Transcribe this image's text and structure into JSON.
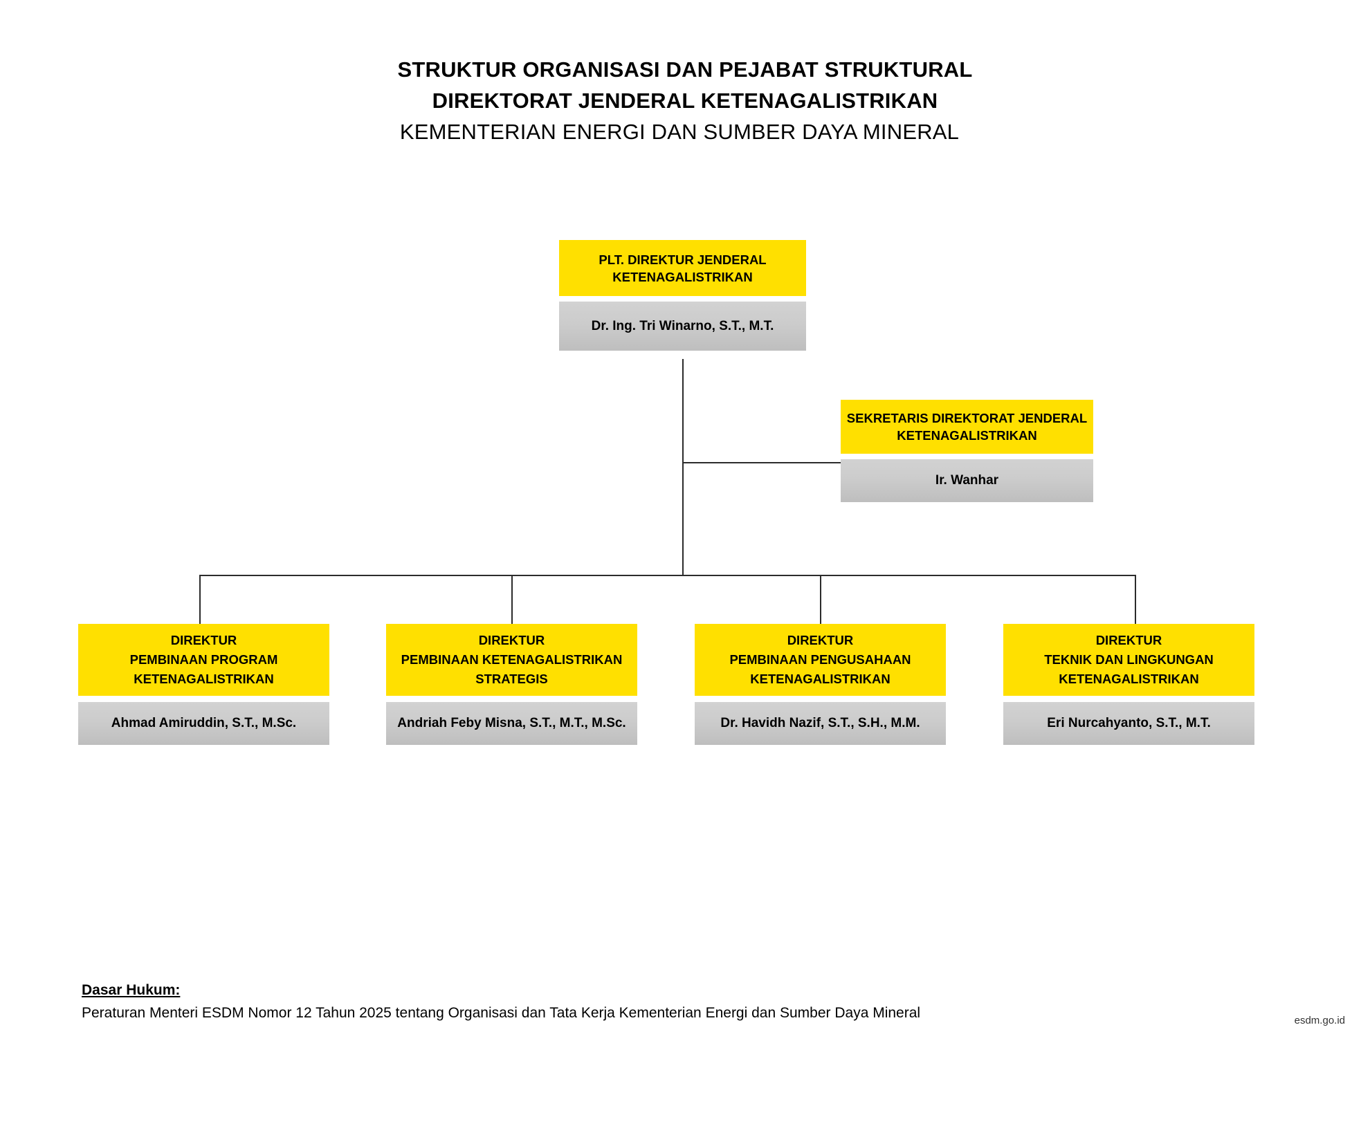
{
  "title": {
    "line1": "STRUKTUR ORGANISASI DAN PEJABAT STRUKTURAL",
    "line2": "DIREKTORAT JENDERAL KETENAGALISTRIKAN",
    "line3": "KEMENTERIAN ENERGI DAN SUMBER DAYA MINERAL"
  },
  "colors": {
    "position_box": "#FFE000",
    "name_box": "#CCCCCC",
    "line": "#2b2b2b",
    "text": "#000000"
  },
  "chart_data": {
    "type": "diagram",
    "subtype": "org-chart",
    "root": {
      "position_lines": [
        "PLT. DIREKTUR JENDERAL",
        "KETENAGALISTRIKAN"
      ],
      "name": "Dr. Ing. Tri Winarno, S.T., M.T."
    },
    "staff": {
      "position_lines": [
        "SEKRETARIS DIREKTORAT JENDERAL",
        "KETENAGALISTRIKAN"
      ],
      "name": "Ir. Wanhar"
    },
    "directors": [
      {
        "position_lines": [
          "DIREKTUR",
          "PEMBINAAN PROGRAM",
          "KETENAGALISTRIKAN"
        ],
        "name": "Ahmad Amiruddin, S.T., M.Sc."
      },
      {
        "position_lines": [
          "DIREKTUR",
          "PEMBINAAN KETENAGALISTRIKAN",
          "STRATEGIS"
        ],
        "name": "Andriah Feby Misna, S.T., M.T., M.Sc."
      },
      {
        "position_lines": [
          "DIREKTUR",
          "PEMBINAAN PENGUSAHAAN",
          "KETENAGALISTRIKAN"
        ],
        "name": "Dr. Havidh Nazif, S.T., S.H., M.M."
      },
      {
        "position_lines": [
          "DIREKTUR",
          "TEKNIK DAN LINGKUNGAN",
          "KETENAGALISTRIKAN"
        ],
        "name": "Eri Nurcahyanto, S.T., M.T."
      }
    ]
  },
  "footer": {
    "legal_heading": "Dasar Hukum:",
    "legal_text": "Peraturan Menteri ESDM Nomor 12 Tahun 2025 tentang Organisasi dan Tata Kerja Kementerian Energi dan Sumber Daya Mineral",
    "site_url": "esdm.go.id"
  }
}
